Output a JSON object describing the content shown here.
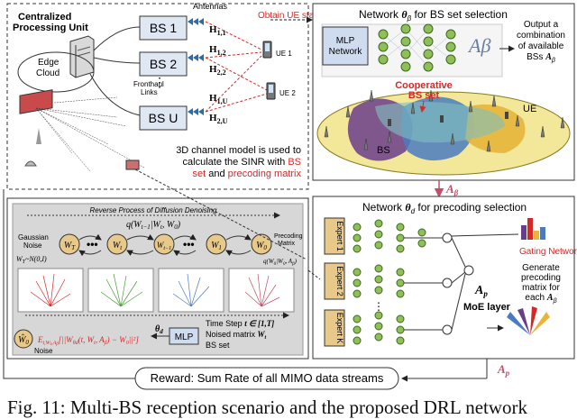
{
  "colors": {
    "bs_box": "#dfe7f3",
    "red": "#d62828",
    "panel_fill": "#f2f2f2",
    "mlp_fill": "#cfdcf0",
    "green_node": "#8fbf55",
    "orange_expert": "#e8c98a",
    "ellipse": "#f3e79a",
    "diffusion_bg": "#d7d7d7"
  },
  "left_top": {
    "cpu_title": "Centralized\nProcessing Unit",
    "edge_cloud": "Edge\nCloud",
    "antennas": "Antennas",
    "bs_labels": [
      "BS 1",
      "BS 2",
      "BS U"
    ],
    "fronthaul": "Fronthaul\nLinks",
    "channels": [
      "H1,1",
      "H1,2",
      "H2,2",
      "H1,U",
      "H2,U"
    ],
    "ue1": "UE 1",
    "ue2": "UE 2",
    "channel_note_line1": "3D channel model is used to",
    "channel_note_line2": "calculate the SINR with ",
    "channel_note_red1": "BS",
    "channel_note_red2": "set",
    "channel_note_and": " and ",
    "channel_note_red3": "precoding matrix"
  },
  "obtain_ue": "Obtain UE state",
  "bs_selection": {
    "title": "Network θβ for BS set selection",
    "mlp": "MLP\nNetwork",
    "output": "Output a\ncombination\nof available\nBSs Aβ",
    "coop": "Cooperative\nBS set",
    "ue": "UE",
    "bs": "BS",
    "a_beta": "Aβ"
  },
  "precoding": {
    "title": "Network θd for precoding selection",
    "experts": [
      "Expert 1",
      "Expert 2",
      "Expert K"
    ],
    "gating": "Gating Network",
    "generate": "Generate\nprecoding\nmatrix for\neach Aβ",
    "moe": "MoE layer",
    "a_p": "Ap"
  },
  "diffusion": {
    "header": "Reverse Process of Diffusion Denoising",
    "q_top": "q(Wt-1|Wt, W0)",
    "gaussian": "Gaussian\nNoise",
    "noise_eq": "WT~N(0,I)",
    "chain": [
      "WT",
      "Wt",
      "Wt-1",
      "W1",
      "W0"
    ],
    "precoding_matrix": "Precoding\nMatrix",
    "q_right": "q(W0|W0, Aβ)",
    "time_step": "Time Step t ∈ [1,T]",
    "noised": "Noised matrix Wt",
    "bs_set": "BS set",
    "mlp": "MLP",
    "theta_d": "θd",
    "w0_hat": "Ŵ0",
    "loss": "Et,Wt,Aβ[||Wθd(t, Wt, Aβ) − W0||²]",
    "noise": "Noise"
  },
  "reward": "Reward: Sum Rate of all MIMO data streams",
  "a_p_bottom": "Ap",
  "caption": "Fig. 11: Multi-BS reception scenario and the proposed DRL network"
}
